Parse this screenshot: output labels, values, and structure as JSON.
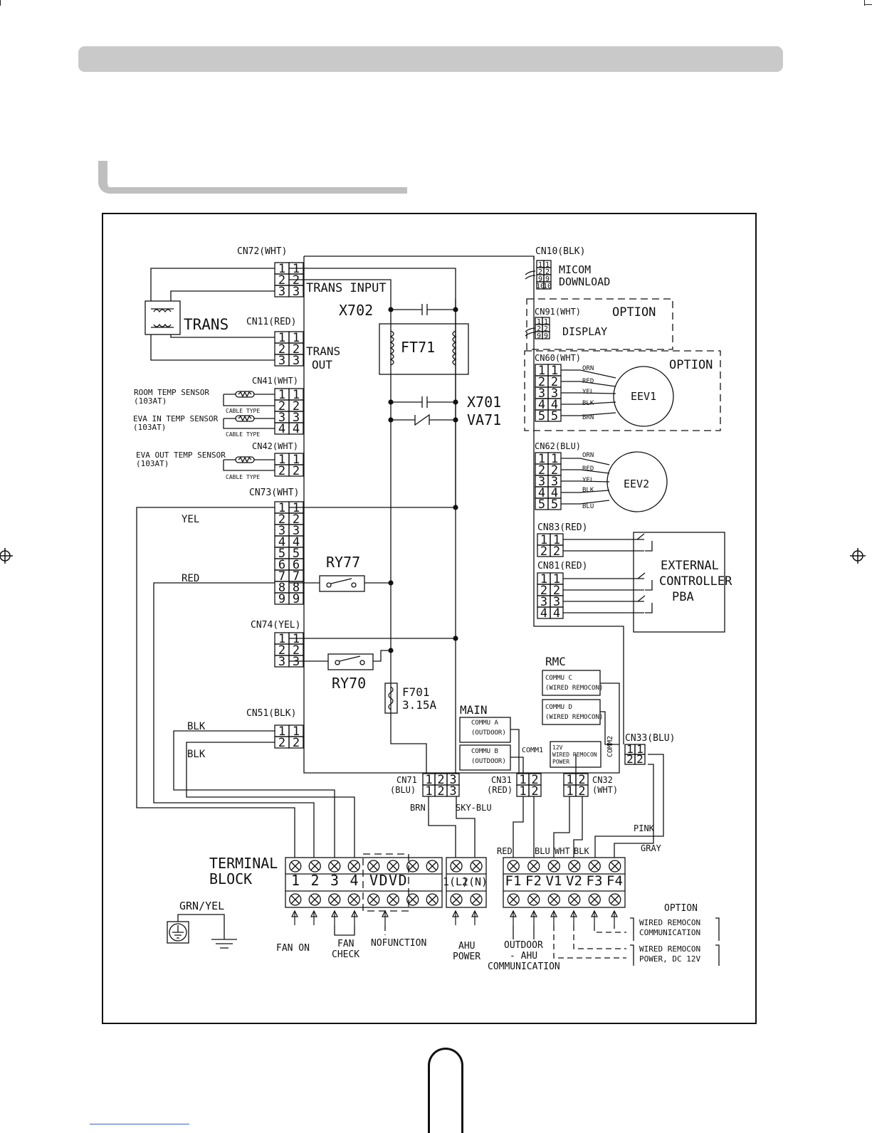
{
  "connectors_left": [
    {
      "name": "CN72(WHT)",
      "pins": [
        "1",
        "2",
        "3"
      ]
    },
    {
      "name": "CN11(RED)",
      "pins": [
        "1",
        "2",
        "3"
      ]
    },
    {
      "name": "CN41(WHT)",
      "pins": [
        "1",
        "2",
        "3",
        "4"
      ]
    },
    {
      "name": "CN42(WHT)",
      "pins": [
        "1",
        "2"
      ]
    },
    {
      "name": "CN73(WHT)",
      "pins": [
        "1",
        "2",
        "3",
        "4",
        "5",
        "6",
        "7",
        "8",
        "9"
      ]
    },
    {
      "name": "CN74(YEL)",
      "pins": [
        "1",
        "2",
        "3"
      ]
    },
    {
      "name": "CN51(BLK)",
      "pins": [
        "1",
        "2"
      ]
    }
  ],
  "connectors_right": [
    {
      "name": "CN10(BLK)",
      "pins": [
        "1",
        "2",
        "9",
        "10"
      ]
    },
    {
      "name": "CN91(WHT)",
      "pins": [
        "1",
        "2",
        "9"
      ]
    },
    {
      "name": "CN60(WHT)",
      "pins": [
        "1",
        "2",
        "3",
        "4",
        "5"
      ]
    },
    {
      "name": "CN62(BLU)",
      "pins": [
        "1",
        "2",
        "3",
        "4",
        "5"
      ]
    },
    {
      "name": "CN83(RED)",
      "pins": [
        "1",
        "2"
      ]
    },
    {
      "name": "CN81(RED)",
      "pins": [
        "1",
        "2",
        "3",
        "4"
      ]
    },
    {
      "name": "CN33(BLU)",
      "pins": [
        "1",
        "2"
      ]
    }
  ],
  "connectors_bottom": [
    {
      "name": "CN71",
      "sub": "(BLU)",
      "pins": [
        "1",
        "2",
        "3"
      ]
    },
    {
      "name": "CN31",
      "sub": "(RED)",
      "pins": [
        "1",
        "2"
      ]
    },
    {
      "name": "CN32",
      "sub": "(WHT)",
      "pins": [
        "1",
        "2"
      ]
    }
  ],
  "labels": {
    "trans": "TRANS",
    "trans_input": "TRANS INPUT",
    "trans_out": [
      "TRANS",
      "OUT"
    ],
    "x702": "X702",
    "ft71": "FT71",
    "x701": "X701",
    "va71": "VA71",
    "ry77": "RY77",
    "ry70": "RY70",
    "f701": [
      "F701",
      "3.15A"
    ],
    "main": "MAIN",
    "rmc": "RMC",
    "micom": [
      "MICOM",
      "DOWNLOAD"
    ],
    "display": "DISPLAY",
    "option": "OPTION",
    "eev1": "EEV1",
    "eev2": "EEV2",
    "external_controller": [
      "EXTERNAL",
      "CONTROLLER",
      "PBA"
    ],
    "comm1": "COMM1",
    "comm2": "COMM2",
    "terminal_block": [
      "TERMINAL",
      "BLOCK"
    ],
    "grn_yel": "GRN/YEL",
    "cable_type": "CABLE TYPE"
  },
  "sensors": [
    {
      "name": "ROOM TEMP SENSOR",
      "type": "(103AT)"
    },
    {
      "name": "EVA IN TEMP SENSOR",
      "type": "(103AT)"
    },
    {
      "name": "EVA OUT TEMP SENSOR",
      "type": "(103AT)"
    }
  ],
  "comm_boxes": {
    "commu_a": [
      "COMMU A",
      "(OUTDOOR)"
    ],
    "commu_b": [
      "COMMU B",
      "(OUTDOOR)"
    ],
    "commu_c": [
      "COMMU C",
      "(WIRED REMOCON)"
    ],
    "commu_d": [
      "COMMU D",
      "(WIRED REMOCON)"
    ],
    "power_12v": [
      "12V",
      "WIRED REMOCON",
      "POWER"
    ]
  },
  "eev_wires": [
    "ORN",
    "RED",
    "YEL",
    "BLK",
    "BRN"
  ],
  "eev2_wires": [
    "ORN",
    "RED",
    "YEL",
    "BLK",
    "BLU"
  ],
  "wire_colors": {
    "yel": "YEL",
    "red": "RED",
    "blk1": "BLK",
    "blk2": "BLK",
    "brn": "BRN",
    "sky_blu": "SKY-BLU",
    "red_b": "RED",
    "blu": "BLU",
    "wht": "WHT",
    "blk_b": "BLK",
    "pink": "PINK",
    "gray": "GRAY"
  },
  "terminals": {
    "tb1": [
      "1",
      "2",
      "3",
      "4",
      "V",
      "D",
      "V",
      "D"
    ],
    "tb2": [
      "1",
      "(L)",
      "2",
      "(N)"
    ],
    "tb3": [
      "F1",
      "F2",
      "V1",
      "V2",
      "F3",
      "F4"
    ]
  },
  "bottom_labels": {
    "fan_on": "FAN ON",
    "fan_check": [
      "FAN",
      "CHECK"
    ],
    "no_function": "NOFUNCTION",
    "ahu_power": [
      "AHU",
      "POWER"
    ],
    "outdoor_ahu": [
      "OUTDOOR",
      "- AHU",
      "COMMUNICATION"
    ],
    "option": "OPTION",
    "wired_comm": [
      "WIRED REMOCON",
      "COMMUNICATION"
    ],
    "wired_power": [
      "WIRED REMOCON",
      "POWER, DC 12V"
    ]
  }
}
